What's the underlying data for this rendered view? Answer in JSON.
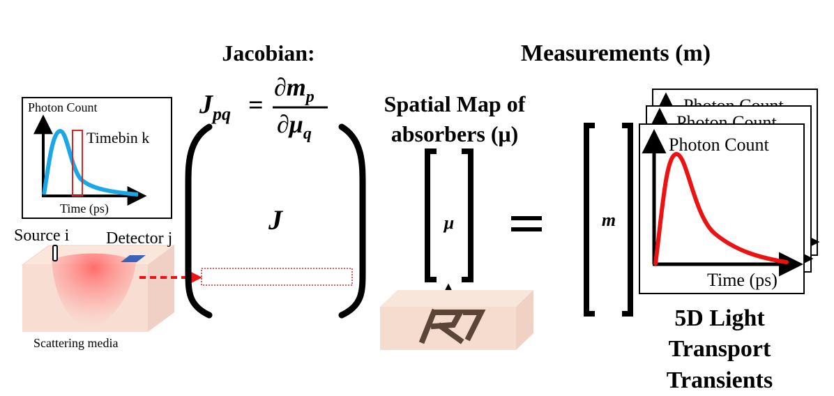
{
  "headings": {
    "jacobian": "Jacobian:",
    "measurements": "Measurements (m)",
    "spatial_map_line1": "Spatial Map of",
    "spatial_map_line2": "absorbers (μ)",
    "transients_line1": "5D Light",
    "transients_line2": "Transport",
    "transients_line3": "Transients"
  },
  "equation": {
    "lhs": "J",
    "lhs_sub": "pq",
    "equals": "=",
    "numerator": "∂m",
    "numerator_sub": "p",
    "denominator": "∂μ",
    "denominator_sub": "q"
  },
  "matrices": {
    "jacobian_symbol": "J",
    "mu_symbol": "μ",
    "equals_sign": "=",
    "m_symbol": "m"
  },
  "inset_plot": {
    "ylabel": "Photon Count",
    "xlabel": "Time (ps)",
    "bin_label": "Timebin k"
  },
  "scene": {
    "source_label": "Source i",
    "detector_label": "Detector j",
    "media_label": "Scattering media"
  },
  "transient_plot": {
    "ylabel": "Photon Count",
    "xlabel": "Time (ps)",
    "back_label_1": "Photon Count",
    "back_label_2": "Photon Count"
  },
  "colors": {
    "curve_blue": "#1aa7e8",
    "curve_red": "#ee1111",
    "timebin": "#dd2222",
    "detector": "#3a63b8",
    "media_fill": "#f6ddd2",
    "absorber": "#5a4538"
  }
}
